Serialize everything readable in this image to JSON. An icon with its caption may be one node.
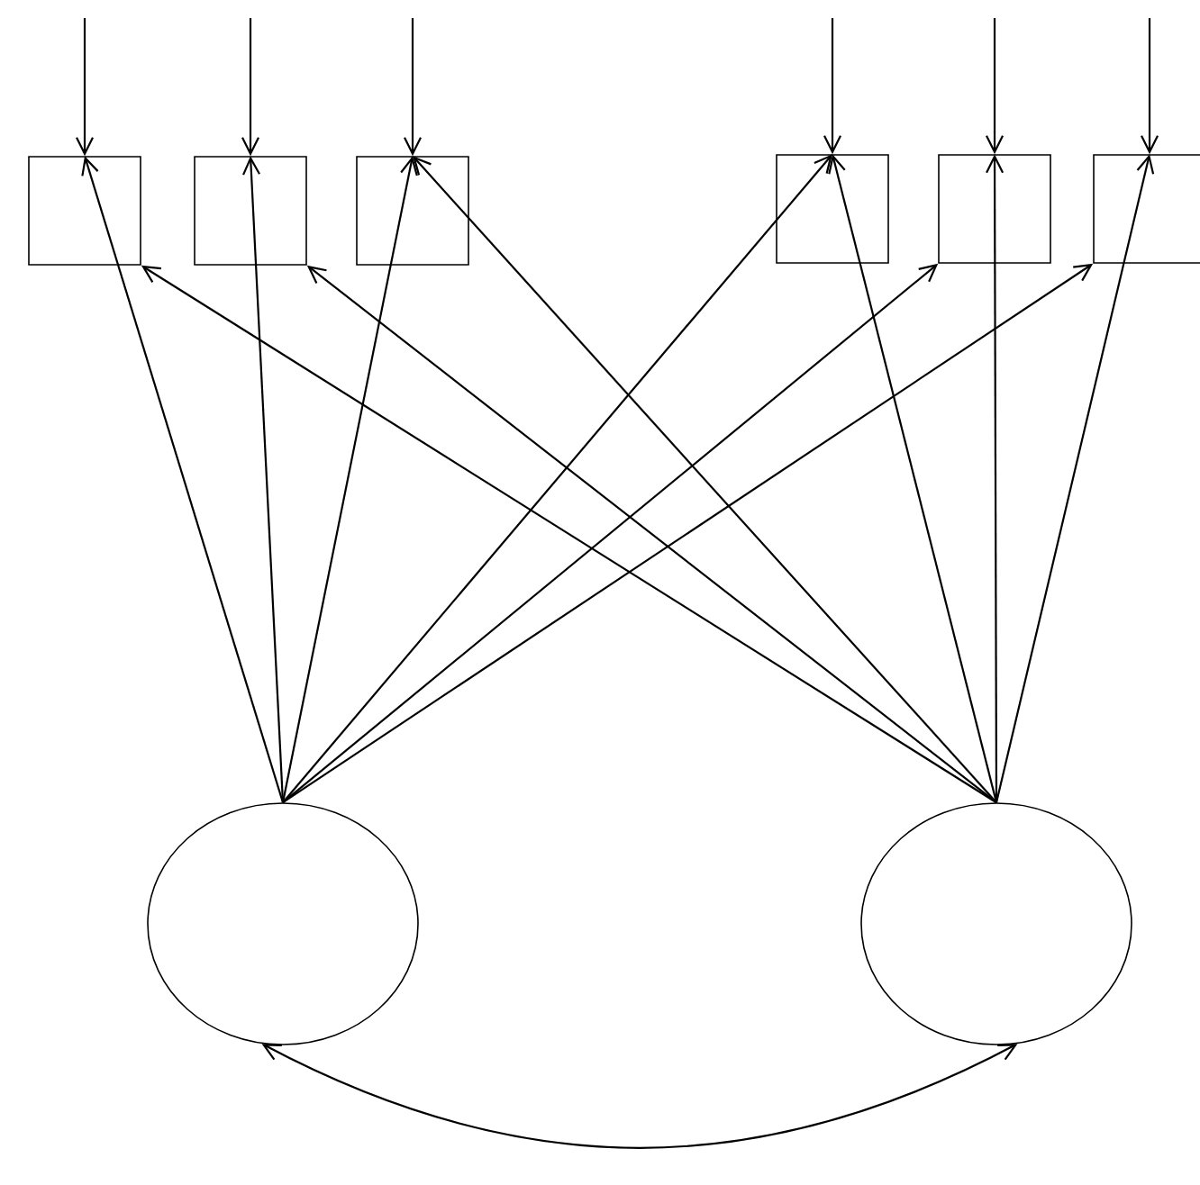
{
  "diagram": {
    "nodes": [
      {
        "text": [],
        "shape": "box"
      },
      {
        "text": [],
        "shape": "box"
      },
      {
        "text": [],
        "shape": "box"
      },
      {
        "text": [],
        "shape": "box"
      },
      {
        "text": [],
        "shape": "box"
      },
      {
        "text": [],
        "shape": "box"
      },
      {
        "text": [],
        "shape": "circle"
      },
      {
        "text": [],
        "shape": "circle"
      }
    ],
    "edges": [
      {
        "from": null,
        "to": 0,
        "arrow": "to"
      },
      {
        "from": null,
        "to": 1,
        "arrow": "to"
      },
      {
        "from": null,
        "to": 2,
        "arrow": "to"
      },
      {
        "from": null,
        "to": 3,
        "arrow": "to"
      },
      {
        "from": null,
        "to": 4,
        "arrow": "to"
      },
      {
        "from": null,
        "to": 5,
        "arrow": "to"
      },
      {
        "from": 6,
        "to": 0,
        "arrow": "to"
      },
      {
        "from": 6,
        "to": 1,
        "arrow": "to"
      },
      {
        "from": 6,
        "to": 2,
        "arrow": "to"
      },
      {
        "from": 6,
        "to": 3,
        "arrow": "to"
      },
      {
        "from": 6,
        "to": 4,
        "arrow": "to"
      },
      {
        "from": 6,
        "to": 5,
        "arrow": "to"
      },
      {
        "from": 7,
        "to": 0,
        "arrow": "to"
      },
      {
        "from": 7,
        "to": 1,
        "arrow": "to"
      },
      {
        "from": 7,
        "to": 2,
        "arrow": "to"
      },
      {
        "from": 7,
        "to": 3,
        "arrow": "to"
      },
      {
        "from": 7,
        "to": 4,
        "arrow": "to"
      },
      {
        "from": 7,
        "to": 5,
        "arrow": "to"
      },
      {
        "from": 6,
        "to": 7,
        "arrow": "both"
      }
    ]
  }
}
